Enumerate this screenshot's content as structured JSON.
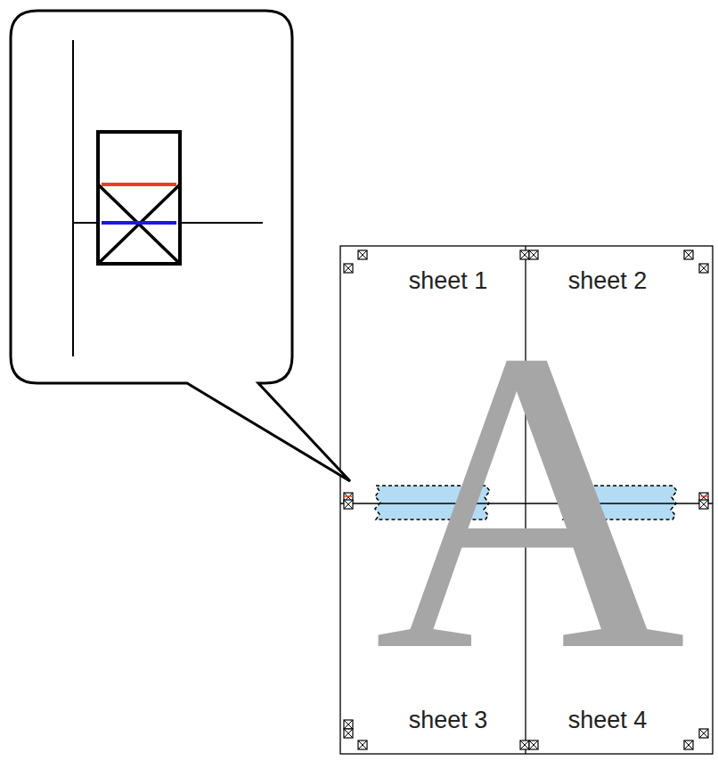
{
  "diagram": {
    "labels": [
      "A",
      "sheet 1",
      "sheet 2",
      "sheet 3",
      "sheet 4"
    ]
  }
}
